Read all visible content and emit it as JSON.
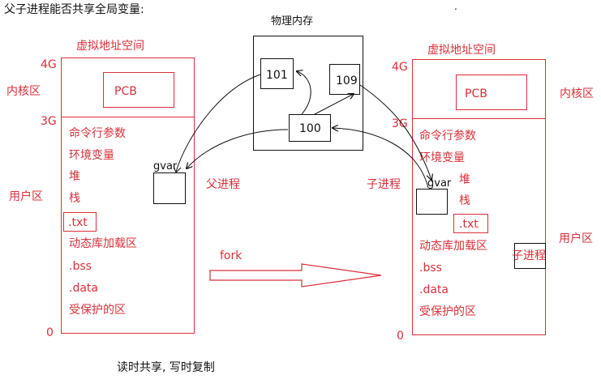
{
  "colors": {
    "red": "#d9303a",
    "black": "#111111"
  },
  "title": "父子进程能否共享全局变量:",
  "physical_memory": {
    "label": "物理内存",
    "cells": {
      "a": "101",
      "b": "109",
      "c": "100"
    }
  },
  "parent": {
    "header": "虚拟地址空间",
    "addr_4g": "4G",
    "addr_3g": "3G",
    "addr_0": "0",
    "kernel_label": "内核区",
    "user_label": "用户区",
    "pcb": "PCB",
    "var_label": "gvar",
    "process_label": "父进程",
    "segments": [
      "命令行参数",
      "环境变量",
      "堆",
      "栈",
      ".txt",
      "动态库加载区",
      ".bss",
      ".data",
      "受保护的区"
    ]
  },
  "child": {
    "header": "虚拟地址空间",
    "addr_4g": "4G",
    "addr_3g": "3G",
    "addr_0": "0",
    "kernel_label": "内核区",
    "user_label": "用户区",
    "pcb": "PCB",
    "var_label": "gvar",
    "process_label": "子进程",
    "side_box_label": "子进程",
    "segments": [
      "命令行参数",
      "环境变量",
      "堆",
      "栈",
      ".txt",
      "动态库加载区",
      ".bss",
      ".data",
      "受保护的区"
    ]
  },
  "fork_label": "fork",
  "caption": "读时共享, 写时复制",
  "dot": "."
}
